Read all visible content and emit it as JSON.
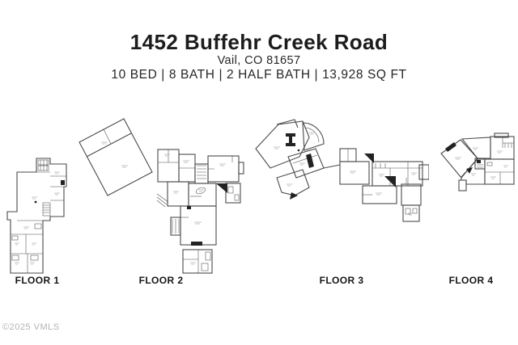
{
  "header": {
    "title": "1452 Buffehr Creek Road",
    "subtitle": "Vail, CO 81657",
    "specs": "10 BED | 8 BATH | 2 HALF BATH | 13,928 SQ FT"
  },
  "floors": [
    {
      "label": "FLOOR 1"
    },
    {
      "label": "FLOOR 2"
    },
    {
      "label": "FLOOR 3"
    },
    {
      "label": "FLOOR 4"
    }
  ],
  "footer": {
    "copyright": "©2025 VMLS"
  },
  "colors": {
    "text": "#1e1e1e",
    "plan_line": "#4a4a4a",
    "muted_label": "#b2b2b2",
    "watermark": "#b3b3b3",
    "background": "#ffffff"
  }
}
